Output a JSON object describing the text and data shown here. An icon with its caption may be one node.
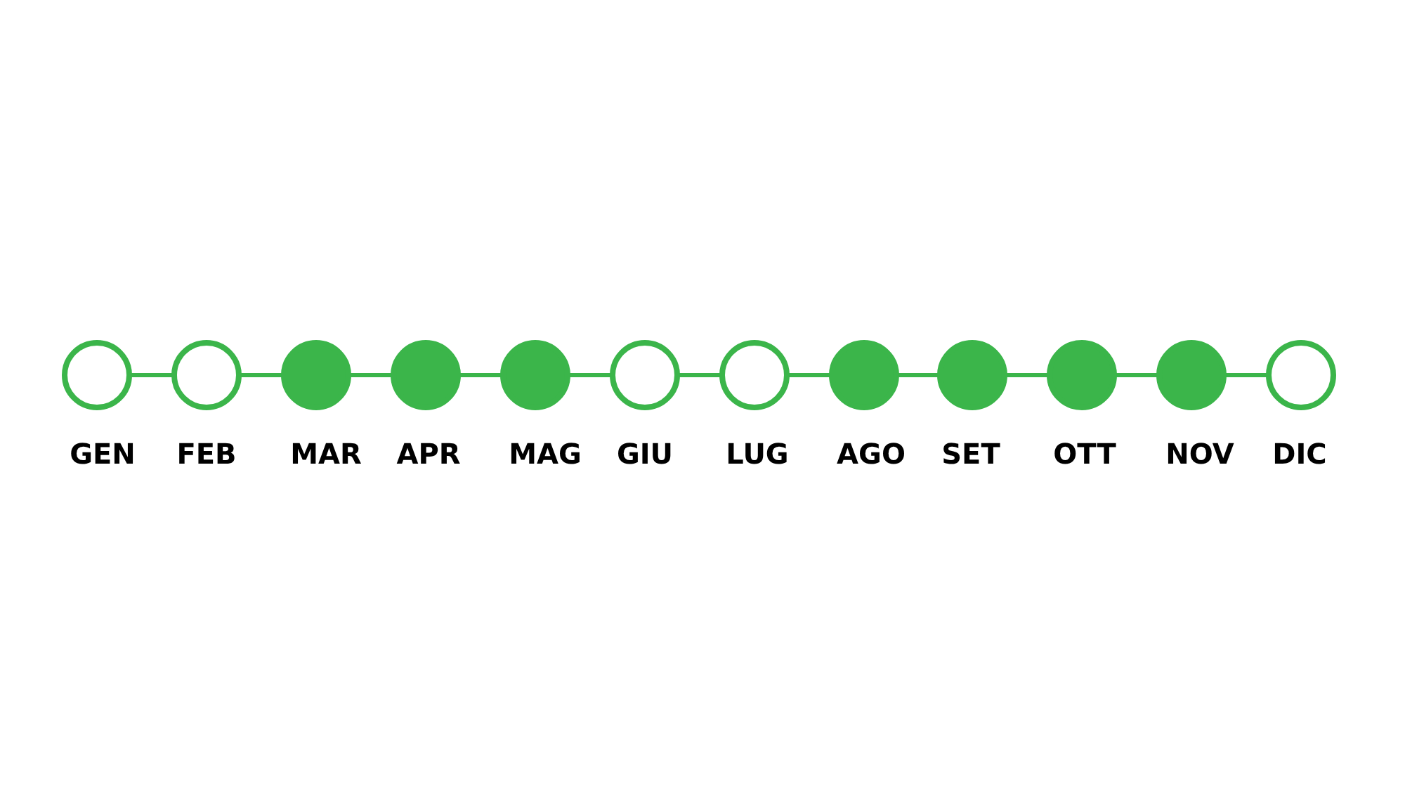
{
  "diagram": {
    "nodes": [
      {
        "text": [],
        "shape": "circle",
        "beside": [
          "GEN"
        ]
      },
      {
        "text": [],
        "shape": "circle",
        "beside": [
          "FEB"
        ]
      },
      {
        "text": [],
        "shape": "disc",
        "beside": [
          "MAR"
        ]
      },
      {
        "text": [],
        "shape": "disc",
        "beside": [
          "APR"
        ]
      },
      {
        "text": [],
        "shape": "disc",
        "beside": [
          "MAG"
        ]
      },
      {
        "text": [],
        "shape": "circle",
        "beside": [
          "GIU"
        ]
      },
      {
        "text": [],
        "shape": "circle",
        "beside": [
          "LUG"
        ]
      },
      {
        "text": [],
        "shape": "disc",
        "beside": [
          "AGO"
        ]
      },
      {
        "text": [],
        "shape": "disc",
        "beside": [
          "SET"
        ]
      },
      {
        "text": [],
        "shape": "disc",
        "beside": [
          "OTT"
        ]
      },
      {
        "text": [],
        "shape": "disc",
        "beside": [
          "NOV"
        ]
      },
      {
        "text": [],
        "shape": "circle",
        "beside": [
          "DIC"
        ]
      }
    ],
    "edges": [
      {
        "from": 0,
        "to": 1,
        "arrow": "none"
      },
      {
        "from": 1,
        "to": 2,
        "arrow": "none"
      },
      {
        "from": 2,
        "to": 3,
        "arrow": "none"
      },
      {
        "from": 3,
        "to": 4,
        "arrow": "none"
      },
      {
        "from": 4,
        "to": 5,
        "arrow": "none"
      },
      {
        "from": 5,
        "to": 6,
        "arrow": "none"
      },
      {
        "from": 6,
        "to": 7,
        "arrow": "none"
      },
      {
        "from": 7,
        "to": 8,
        "arrow": "none"
      },
      {
        "from": 8,
        "to": 9,
        "arrow": "none"
      },
      {
        "from": 9,
        "to": 10,
        "arrow": "none"
      },
      {
        "from": 10,
        "to": 11,
        "arrow": "none"
      }
    ]
  }
}
